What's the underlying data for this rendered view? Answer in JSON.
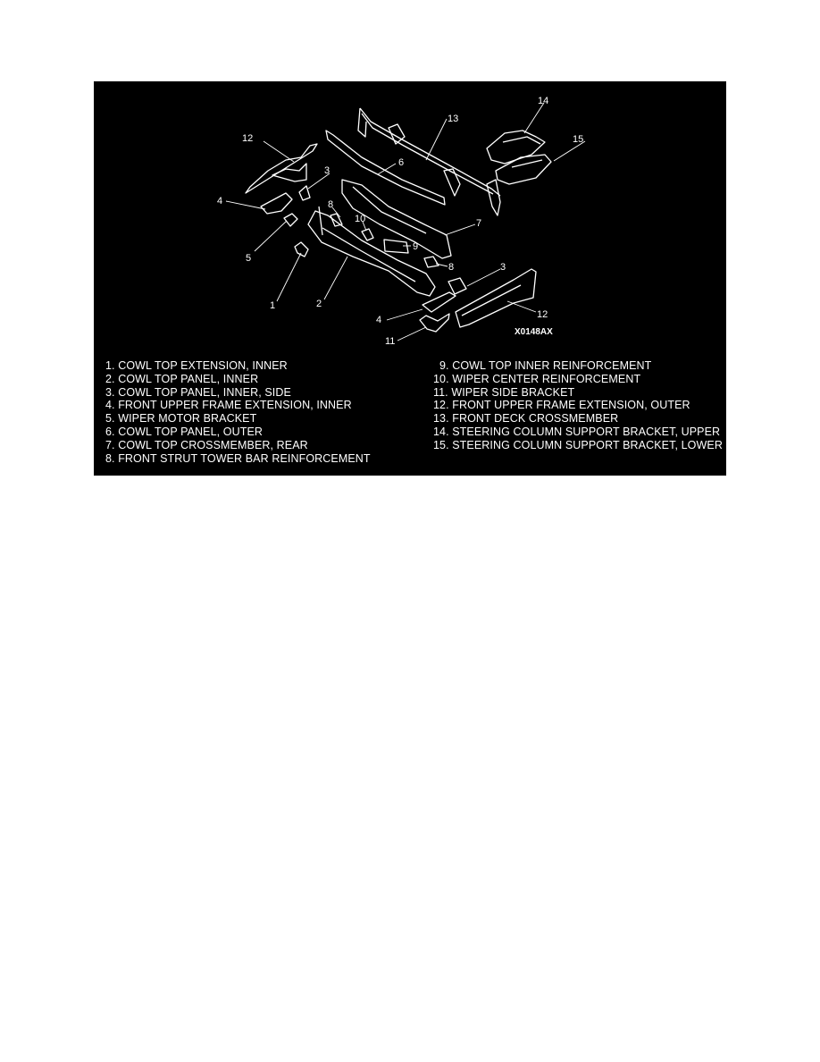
{
  "figure": {
    "code": "X0148AX",
    "background": "#000000",
    "foreground": "#ffffff",
    "callouts": [
      "1",
      "2",
      "3",
      "4",
      "5",
      "6",
      "7",
      "8",
      "9",
      "10",
      "11",
      "12",
      "13",
      "14",
      "15",
      "3",
      "4",
      "8",
      "11",
      "12"
    ]
  },
  "legend": {
    "left": [
      "1. COWL TOP EXTENSION, INNER",
      "2. COWL TOP PANEL, INNER",
      "3. COWL TOP PANEL, INNER, SIDE",
      "4. FRONT UPPER FRAME EXTENSION, INNER",
      "5. WIPER MOTOR BRACKET",
      "6. COWL TOP PANEL, OUTER",
      "7. COWL TOP CROSSMEMBER, REAR",
      "8. FRONT STRUT TOWER BAR REINFORCEMENT"
    ],
    "right": [
      "9. COWL TOP INNER REINFORCEMENT",
      "10. WIPER CENTER REINFORCEMENT",
      "11. WIPER SIDE BRACKET",
      "12. FRONT UPPER FRAME EXTENSION, OUTER",
      "13. FRONT DECK CROSSMEMBER",
      "14. STEERING COLUMN SUPPORT BRACKET, UPPER",
      "15. STEERING COLUMN SUPPORT BRACKET, LOWER"
    ]
  }
}
